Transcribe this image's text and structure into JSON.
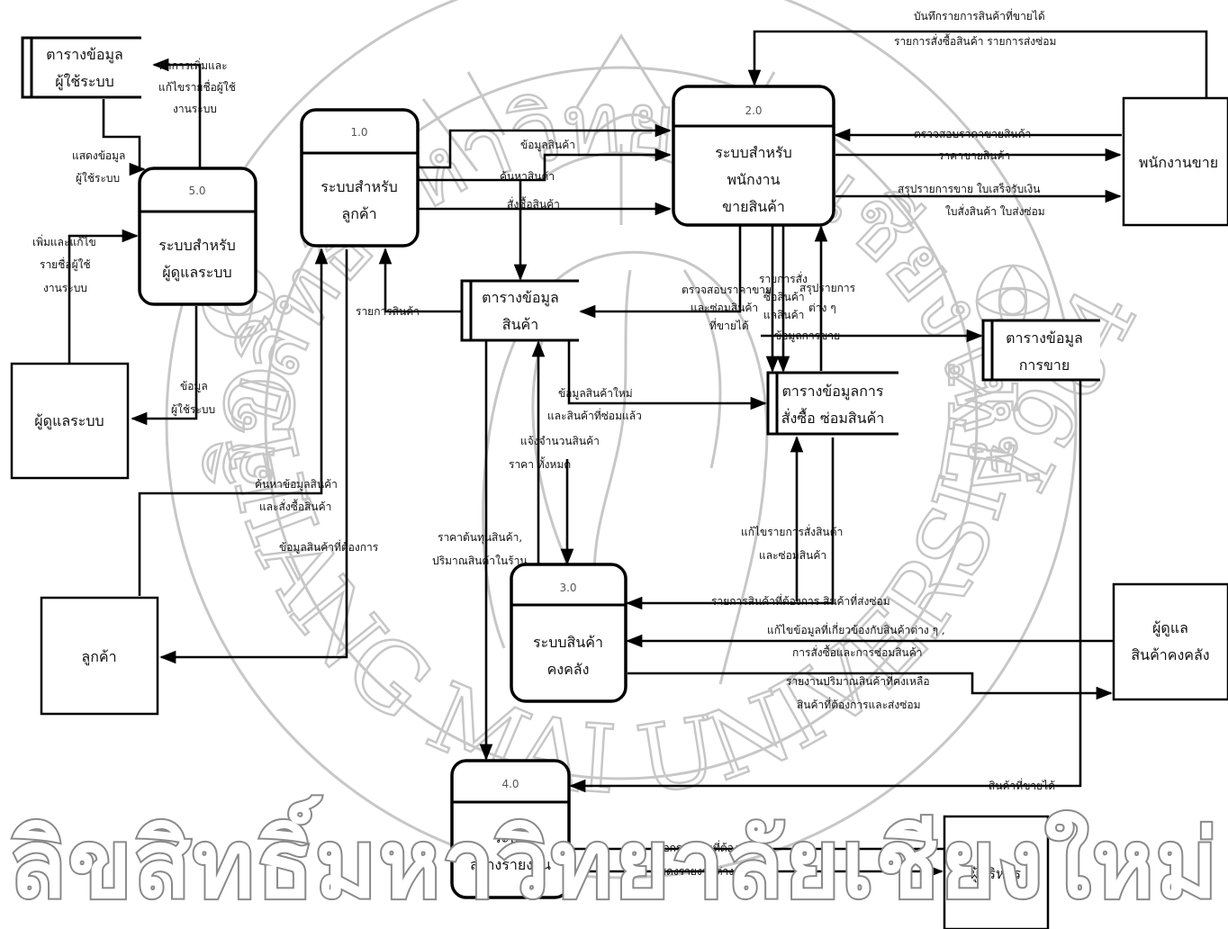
{
  "watermark": {
    "arc_top": "ลิขสิทธิ์มหาวิทยาลัยเชียงใหม่",
    "arc_bottom": "CHIANG MAI UNIVERSITY",
    "year": "1964",
    "bottom_band": "ลิขสิทธิ์มหาวิทยาลัยเชียงใหม่",
    "color": "#8a8a8a"
  },
  "processes": {
    "p1": {
      "id": "1.0",
      "label": [
        "ระบบสำหรับ",
        "ลูกค้า"
      ]
    },
    "p2": {
      "id": "2.0",
      "label": [
        "ระบบสำหรับ",
        "พนักงาน",
        "ขายสินค้า"
      ]
    },
    "p3": {
      "id": "3.0",
      "label": [
        "ระบบสินค้า",
        "คงคลัง"
      ]
    },
    "p4": {
      "id": "4.0",
      "label": [
        "ระบบ",
        "สร้างรายงาน"
      ]
    },
    "p5": {
      "id": "5.0",
      "label": [
        "ระบบสำหรับ",
        "ผู้ดูแลระบบ"
      ]
    }
  },
  "entities": {
    "admin": [
      "ผู้ดูแลระบบ"
    ],
    "customer": [
      "ลูกค้า"
    ],
    "sales_staff": [
      "พนักงานขาย"
    ],
    "stock_keeper": [
      "ผู้ดูแล",
      "สินค้าคงคลัง"
    ],
    "executive": [
      "ผู้บริหาร"
    ]
  },
  "stores": {
    "users": [
      "ตารางข้อมูล",
      "ผู้ใช้ระบบ"
    ],
    "products": [
      "ตารางข้อมูล",
      "สินค้า"
    ],
    "orders": [
      "ตารางข้อมูลการ",
      "สั่งซื้อ ซ่อมสินค้า"
    ],
    "sales": [
      "ตารางข้อมูล",
      "การขาย"
    ]
  },
  "flows": {
    "f_add_edit_users": [
      "ทำการเพิ่มและ",
      "แก้ไขรายชื่อผู้ใช้",
      "งานระบบ"
    ],
    "f_show_user_data": [
      "แสดงข้อมูล",
      "ผู้ใช้ระบบ"
    ],
    "f_admin_add_edit": [
      "เพิ่มและแก้ไข",
      "รายชื่อผู้ใช้",
      "งานระบบ"
    ],
    "f_user_data_out": [
      "ข้อมูล",
      "ผู้ใช้ระบบ"
    ],
    "f_product_data": [
      "ข้อมูลสินค้า"
    ],
    "f_search_product": [
      "ค้นหาสินค้า"
    ],
    "f_order_product": [
      "สั่งซื้อสินค้า"
    ],
    "f_product_list": [
      "รายการสินค้า"
    ],
    "f_customer_search_order": [
      "ค้นหาข้อมูลสินค้า",
      "และสั่งซื้อสินค้า"
    ],
    "f_product_needed": [
      "ข้อมูลสินค้าที่ต้องการ"
    ],
    "f_record_sold": [
      "บันทึกรายการสินค้าที่ขายได้",
      "รายการสั่งซื้อสินค้า รายการส่งซ่อม"
    ],
    "f_check_price": [
      "ตรวจสอบราคาขายสินค้า"
    ],
    "f_sale_price": [
      "ราคาขายสินค้า"
    ],
    "f_summary_docs": [
      "สรุปรายการขาย ใบเสร็จรับเงิน",
      "ใบสั่งสินค้า ใบส่งซ่อม"
    ],
    "f_check_price_repair": [
      "ตรวจสอบราคาขาย",
      "และซ่อมสินค้า",
      "ที่ขายได้"
    ],
    "f_order_items": [
      "รายการสั่ง",
      "ซื้อสินค้า",
      "แลสินค้า"
    ],
    "f_summary_various": [
      "สรุปรายการ",
      "ต่าง ๆ"
    ],
    "f_sale_data": [
      "ข้อมูลการขาย"
    ],
    "f_new_repaired": [
      "ข้อมูลสินค้าใหม่",
      "และสินค้าที่ซ่อมแล้ว"
    ],
    "f_qty_price_all": [
      "แจ้งจำนวนสินค้า",
      "ราคา   ทั้งหมด"
    ],
    "f_edit_order_repair": [
      "แก้ไขรายการสั่งสินค้า",
      "และซ่อมสินค้า"
    ],
    "f_cost_qty": [
      "ราคาต้นทุนสินค้า,",
      "ปริมาณสินค้าในร้าน"
    ],
    "f_needed_sent_repair": [
      "รายการสินค้าที่ต้องการ สินค้าที่ส่งซ่อม"
    ],
    "f_edit_related": [
      "แก้ไขข้อมูลที่เกี่ยวข้องกับสินค้าต่าง ๆ ,",
      "การสั่งซื้อและการซ่อมสินค้า"
    ],
    "f_report_remaining": [
      "รายงานปริมาณสินค้าที่คงเหลือ",
      "สินค้าที่ต้องการและส่งซ่อม"
    ],
    "f_sold_items": [
      "สินค้าที่ขายได้"
    ],
    "f_select_report": [
      "เลือกรายงานที่ต้องการ"
    ],
    "f_show_reports": [
      "แสดงรายงานต่าง ๆ"
    ]
  }
}
